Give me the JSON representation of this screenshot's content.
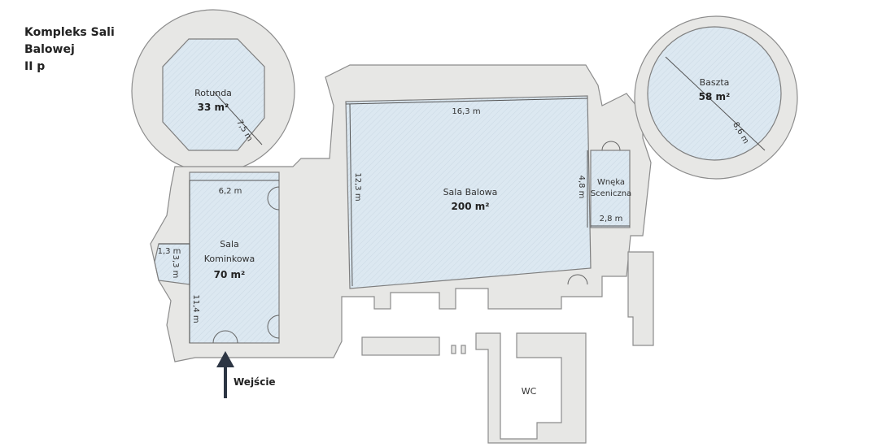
{
  "title": [
    "Kompleks Sali",
    "Balowej",
    "II p"
  ],
  "colors": {
    "wall": "#e7e7e5",
    "room": "#dce8f1",
    "outline": "#8c8c8c",
    "arrow": "#2d3644"
  },
  "rooms": {
    "rotunda": {
      "name": "Rotunda",
      "area": "33 m²",
      "dim": "7,5 m"
    },
    "baszta": {
      "name": "Baszta",
      "area": "58 m²",
      "dim": "8,6 m"
    },
    "sala_balowa": {
      "name": "Sala Balowa",
      "area": "200 m²",
      "width": "16,3 m",
      "height": "12,3 m"
    },
    "wneka": {
      "name1": "Wnęka",
      "name2": "Sceniczna",
      "height": "4,8 m",
      "width": "2,8 m"
    },
    "kominkowa": {
      "name1": "Sala",
      "name2": "Kominkowa",
      "area": "70 m²",
      "width": "6,2 m",
      "height": "11,4 m"
    },
    "bay": {
      "width": "1,3 m",
      "height": "3,3 m"
    },
    "wc": {
      "name": "WC"
    }
  },
  "entrance": "Wejście"
}
